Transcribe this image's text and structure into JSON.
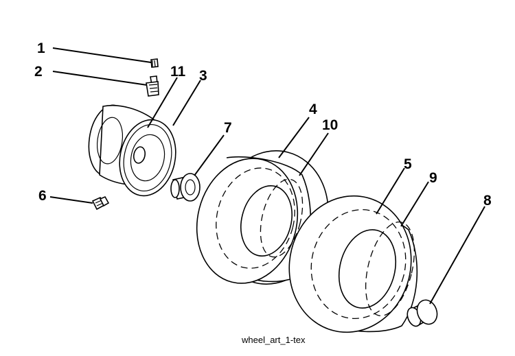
{
  "callouts": {
    "c1": "1",
    "c2": "2",
    "c3": "3",
    "c4": "4",
    "c5": "5",
    "c6": "6",
    "c7": "7",
    "c8": "8",
    "c9": "9",
    "c10": "10",
    "c11": "11"
  },
  "caption": "wheel_art_1-tex",
  "parts": {
    "p1": "valve-cap",
    "p2": "valve-stem",
    "p3": "rim-half",
    "p4": "front-tire",
    "p5": "rear-tire",
    "p6": "grease-fitting",
    "p7": "bushing",
    "p8": "hub-cap",
    "p9": "rear-tire-tread",
    "p10": "front-tire-tread",
    "p11": "rim-flange"
  }
}
